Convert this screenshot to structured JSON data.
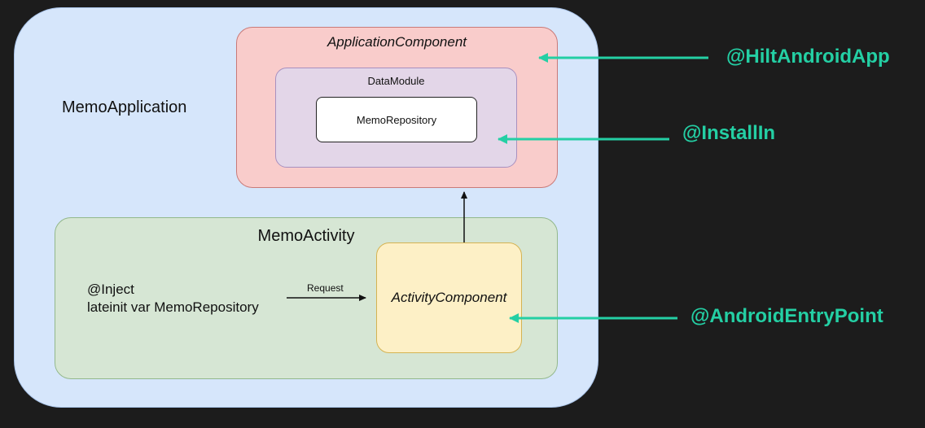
{
  "diagram": {
    "memo_application": "MemoApplication",
    "application_component": "ApplicationComponent",
    "data_module": "DataModule",
    "memo_repository": "MemoRepository",
    "memo_activity": "MemoActivity",
    "activity_component": "ActivityComponent",
    "inject_line1": "@Inject",
    "inject_line2": "lateinit var MemoRepository",
    "request_label": "Request"
  },
  "annotations": {
    "hilt_android_app": "@HiltAndroidApp",
    "install_in": "@InstallIn",
    "android_entry_point": "@AndroidEntryPoint"
  },
  "colors": {
    "background": "#1c1c1c",
    "application_fill": "#d6e6fb",
    "application_component_fill": "#f9cccb",
    "data_module_fill": "#e3d6e8",
    "activity_fill": "#d6e6d4",
    "activity_component_fill": "#fdf0c6",
    "annotation_accent": "#24cfa4"
  }
}
